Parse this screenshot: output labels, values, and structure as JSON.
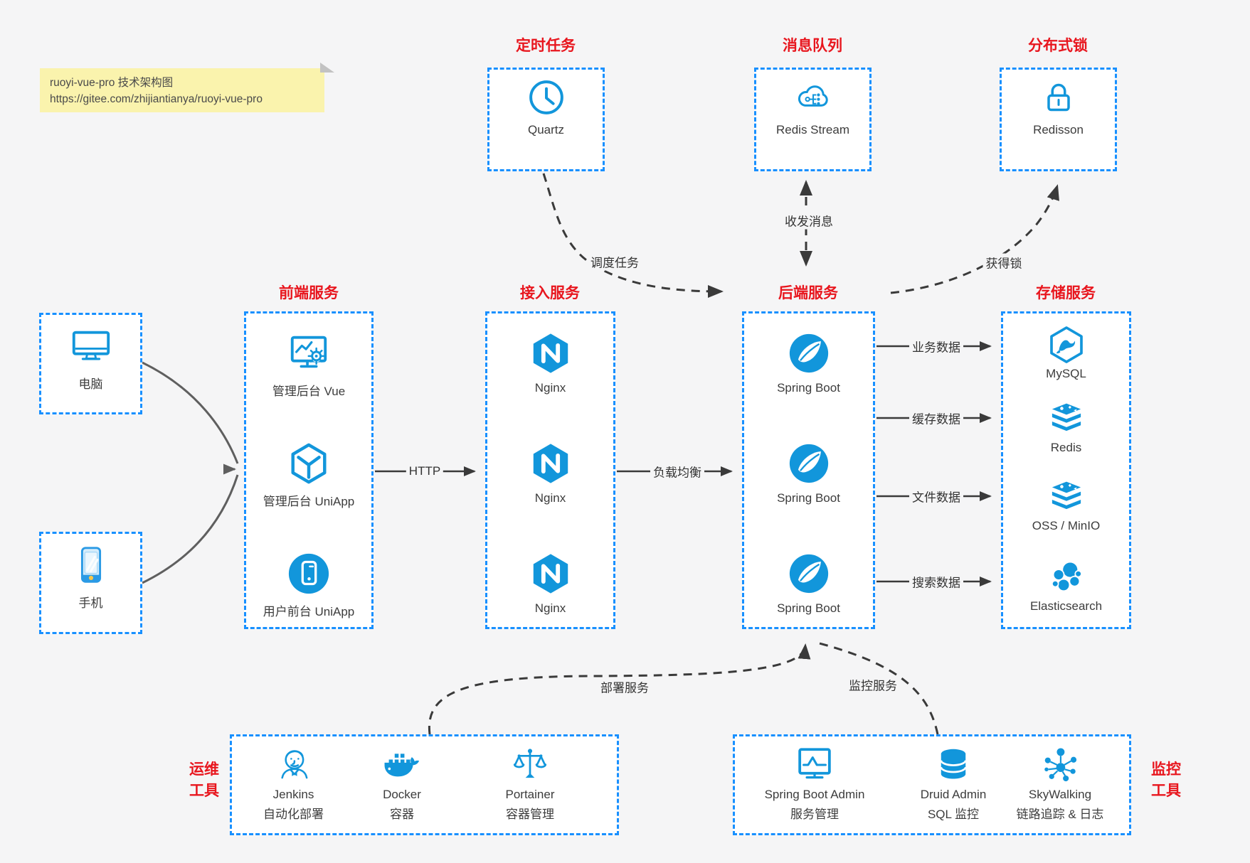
{
  "note": {
    "line1": "ruoyi-vue-pro 技术架构图",
    "line2": "https://gitee.com/zhijiantianya/ruoyi-vue-pro"
  },
  "colors": {
    "border_blue": "#1890ff",
    "icon_blue": "#1296db",
    "title_red": "#e8161e",
    "background": "#f5f5f6",
    "note_yellow": "#faf3ad",
    "arrow_dark": "#3a3a3a",
    "arrow_gray": "#666666"
  },
  "top_groups": {
    "scheduled": {
      "title": "定时任务",
      "item": {
        "label": "Quartz",
        "icon": "clock-icon"
      }
    },
    "mq": {
      "title": "消息队列",
      "item": {
        "label": "Redis Stream",
        "icon": "cloud-stream-icon"
      }
    },
    "lock": {
      "title": "分布式锁",
      "item": {
        "label": "Redisson",
        "icon": "lock-icon"
      }
    }
  },
  "columns": {
    "frontend": {
      "title": "前端服务",
      "items": [
        {
          "label": "管理后台 Vue",
          "icon": "admin-screen-gear-icon"
        },
        {
          "label": "管理后台 UniApp",
          "icon": "uniapp-cube-icon"
        },
        {
          "label": "用户前台 UniApp",
          "icon": "phone-circle-icon"
        }
      ]
    },
    "gateway": {
      "title": "接入服务",
      "items": [
        {
          "label": "Nginx",
          "icon": "nginx-icon"
        },
        {
          "label": "Nginx",
          "icon": "nginx-icon"
        },
        {
          "label": "Nginx",
          "icon": "nginx-icon"
        }
      ]
    },
    "backend": {
      "title": "后端服务",
      "items": [
        {
          "label": "Spring Boot",
          "icon": "spring-leaf-icon"
        },
        {
          "label": "Spring Boot",
          "icon": "spring-leaf-icon"
        },
        {
          "label": "Spring Boot",
          "icon": "spring-leaf-icon"
        }
      ]
    },
    "storage": {
      "title": "存储服务",
      "items": [
        {
          "label": "MySQL",
          "icon": "mysql-dolphin-icon"
        },
        {
          "label": "Redis",
          "icon": "redis-stack-icon"
        },
        {
          "label": "OSS / MinIO",
          "icon": "storage-stack-icon"
        },
        {
          "label": "Elasticsearch",
          "icon": "elasticsearch-icon"
        }
      ]
    }
  },
  "devices": {
    "pc": {
      "label": "电脑",
      "icon": "desktop-icon"
    },
    "mobile": {
      "label": "手机",
      "icon": "smartphone-icon"
    }
  },
  "bottom_groups": {
    "ops": {
      "side_label": {
        "line1": "运维",
        "line2": "工具"
      },
      "items": [
        {
          "name": "Jenkins",
          "desc": "自动化部署",
          "icon": "jenkins-icon"
        },
        {
          "name": "Docker",
          "desc": "容器",
          "icon": "docker-whale-icon"
        },
        {
          "name": "Portainer",
          "desc": "容器管理",
          "icon": "portainer-scales-icon"
        }
      ]
    },
    "monitoring": {
      "side_label": {
        "line1": "监控",
        "line2": "工具"
      },
      "items": [
        {
          "name": "Spring Boot Admin",
          "desc": "服务管理",
          "icon": "admin-monitor-icon"
        },
        {
          "name": "Druid Admin",
          "desc": "SQL 监控",
          "icon": "database-icon"
        },
        {
          "name": "SkyWalking",
          "desc": "链路追踪 & 日志",
          "icon": "skywalking-network-icon"
        }
      ]
    }
  },
  "edges": {
    "schedule": "调度任务",
    "message": "收发消息",
    "acquire_lock": "获得锁",
    "http": "HTTP",
    "load_balance": "负载均衡",
    "business_data": "业务数据",
    "cache_data": "缓存数据",
    "file_data": "文件数据",
    "search_data": "搜索数据",
    "deploy": "部署服务",
    "monitor": "监控服务"
  }
}
